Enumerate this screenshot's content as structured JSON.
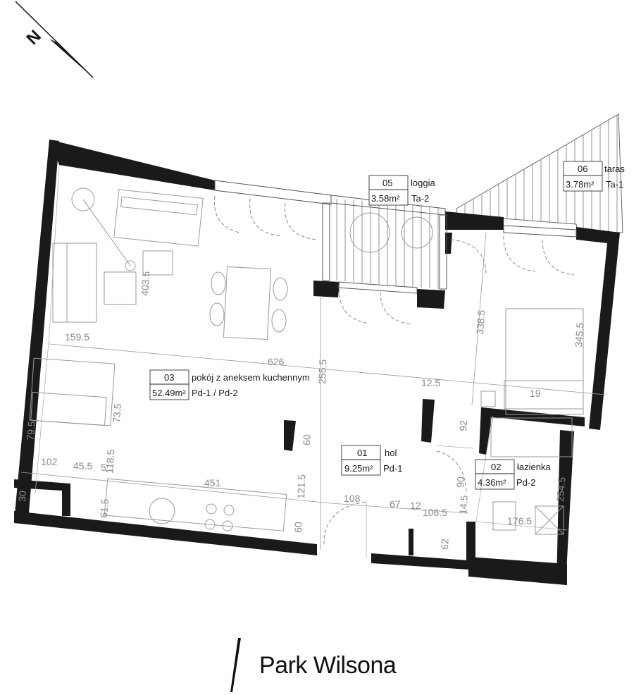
{
  "brand": {
    "name": "Park Wilsona"
  },
  "north": {
    "label": "N"
  },
  "colors": {
    "wall": "#1a1a1a",
    "line": "#9a9a9a",
    "text": "#1a1a1a",
    "dimension": "#8a8a8a"
  },
  "rooms": [
    {
      "number": "01",
      "name": "hol",
      "area": "9.25m²",
      "code": "Pd-1"
    },
    {
      "number": "02",
      "name": "łazienka",
      "area": "4.36m²",
      "code": "Pd-2"
    },
    {
      "number": "03",
      "name": "pokój z aneksem kuchennym",
      "area": "52.49m²",
      "code": "Pd-1 / Pd-2"
    },
    {
      "number": "05",
      "name": "loggia",
      "area": "3.58m²",
      "code": "Ta-2"
    },
    {
      "number": "06",
      "name": "taras",
      "area": "3.78m²",
      "code": "Ta-1"
    }
  ],
  "dimensions": [
    "403.5",
    "159.5",
    "626",
    "255.5",
    "338.5",
    "345.5",
    "12.5",
    "73.5",
    "79.5",
    "118.5",
    "102",
    "45.5",
    "5",
    "451",
    "121.5",
    "60",
    "108",
    "67",
    "12",
    "106.5",
    "14.5",
    "90",
    "92",
    "254.5",
    "176.5",
    "61.5",
    "60",
    "62",
    "30",
    "19"
  ]
}
